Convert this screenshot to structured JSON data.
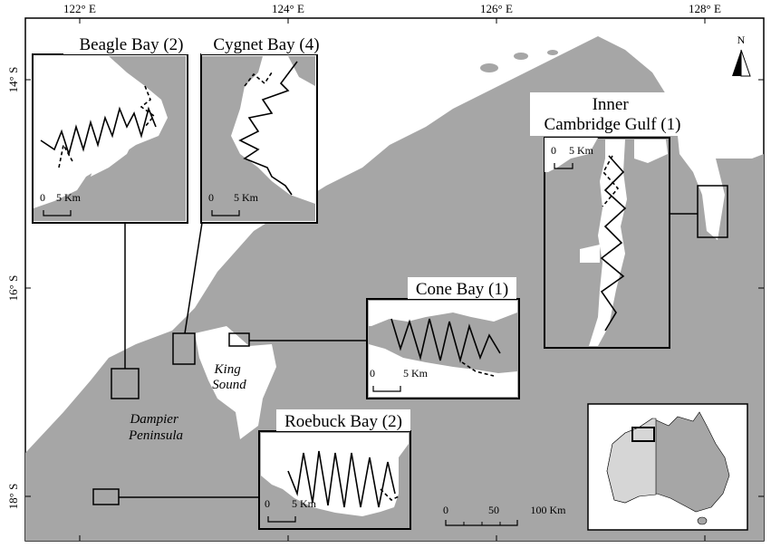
{
  "map": {
    "lon_labels": [
      "122° E",
      "124° E",
      "126° E",
      "128° E"
    ],
    "lat_labels": [
      "14° S",
      "16° S",
      "18° S"
    ],
    "north_label": "N",
    "place_labels": [
      {
        "id": "king-sound",
        "lines": [
          "King",
          "Sound"
        ]
      },
      {
        "id": "dampier-peninsula",
        "lines": [
          "Dampier",
          "Peninsula"
        ]
      }
    ],
    "insets": [
      {
        "id": "beagle-bay",
        "title": "Beagle Bay (2)",
        "scale": [
          "0",
          "5 Km"
        ]
      },
      {
        "id": "cygnet-bay",
        "title": "Cygnet Bay (4)",
        "scale": [
          "0",
          "5 Km"
        ]
      },
      {
        "id": "cambridge-gulf",
        "title_lines": [
          "Inner",
          "Cambridge Gulf (1)"
        ],
        "scale": [
          "0",
          "5 Km"
        ]
      },
      {
        "id": "cone-bay",
        "title": "Cone Bay (1)",
        "scale": [
          "0",
          "5 Km"
        ]
      },
      {
        "id": "roebuck-bay",
        "title": "Roebuck Bay (2)",
        "scale": [
          "0",
          "5 Km"
        ]
      }
    ],
    "scale_bar": {
      "labels": [
        "0",
        "50",
        "100 Km"
      ]
    },
    "colors": {
      "sea": "#ffffff",
      "land": "#a6a6a6",
      "australia_wa": "#d6d6d6",
      "outline": "#000000"
    }
  }
}
